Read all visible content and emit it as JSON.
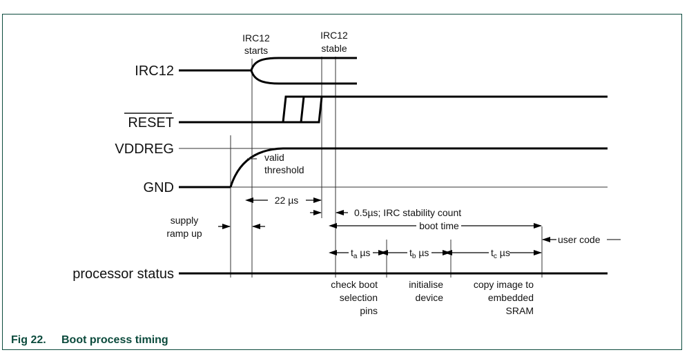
{
  "figure": {
    "caption_number": "Fig 22.",
    "caption_title": "Boot process timing",
    "colors": {
      "caption": "#0b4a3c",
      "frame": "#0b4a3c",
      "lines": "#000000"
    }
  },
  "signals": [
    {
      "id": "irc12",
      "label": "IRC12"
    },
    {
      "id": "reset",
      "label": "RESET",
      "overline": true
    },
    {
      "id": "vddreg",
      "label": "VDDREG"
    },
    {
      "id": "gnd",
      "label": "GND"
    },
    {
      "id": "processor_status",
      "label": "processor status"
    }
  ],
  "events": {
    "irc12_starts": [
      "IRC12",
      "starts"
    ],
    "irc12_stable": [
      "IRC12",
      "stable"
    ],
    "valid_threshold": [
      "valid",
      "threshold"
    ]
  },
  "intervals": {
    "supply_ramp_up": [
      "supply",
      "ramp up"
    ],
    "delay_22us": "22 µs",
    "irc_stability": "0.5µs; IRC stability count",
    "boot_time": "boot time",
    "user_code": "user code",
    "ta": {
      "t": "t",
      "sub": "a",
      "unit": " µs"
    },
    "tb": {
      "t": "t",
      "sub": "b",
      "unit": " µs"
    },
    "tc": {
      "t": "t",
      "sub": "c",
      "unit": " µs"
    }
  },
  "phases": [
    {
      "lines": [
        "check boot",
        "selection",
        "pins"
      ]
    },
    {
      "lines": [
        "initialise",
        "device"
      ]
    },
    {
      "lines": [
        "copy image to",
        "embedded",
        "SRAM"
      ]
    }
  ]
}
